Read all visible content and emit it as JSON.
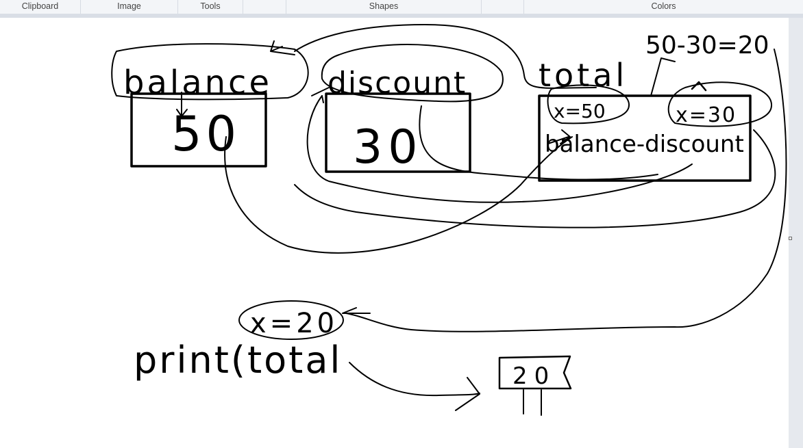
{
  "ribbon": {
    "groups": [
      {
        "label": "Clipboard"
      },
      {
        "label": "Image"
      },
      {
        "label": "Tools"
      },
      {
        "label": ""
      },
      {
        "label": "Shapes"
      },
      {
        "label": ""
      },
      {
        "label": "Colors"
      }
    ]
  },
  "drawing": {
    "balance_label": "balance",
    "balance_value": "50",
    "discount_label": "discount",
    "discount_value": "30",
    "total_label": "total",
    "equation": "50-30=20",
    "total_x1": "x=50",
    "total_x2": "x=30",
    "total_expr": "balance-discount",
    "result_bubble": "x=20",
    "print_stmt": "print(total",
    "output_value": "20"
  }
}
